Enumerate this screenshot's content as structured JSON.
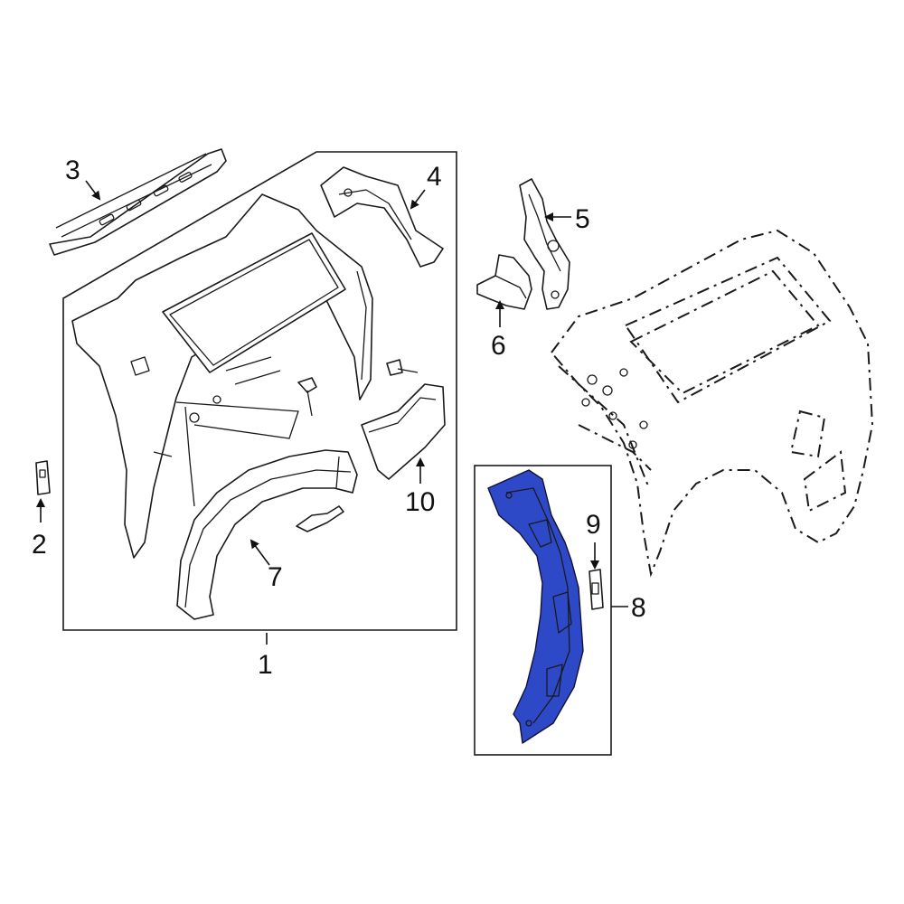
{
  "diagram": {
    "highlight_color": "#2e49c8",
    "callouts": {
      "c1": "1",
      "c2": "2",
      "c3": "3",
      "c4": "4",
      "c5": "5",
      "c6": "6",
      "c7": "7",
      "c8": "8",
      "c9": "9",
      "c10": "10"
    }
  }
}
